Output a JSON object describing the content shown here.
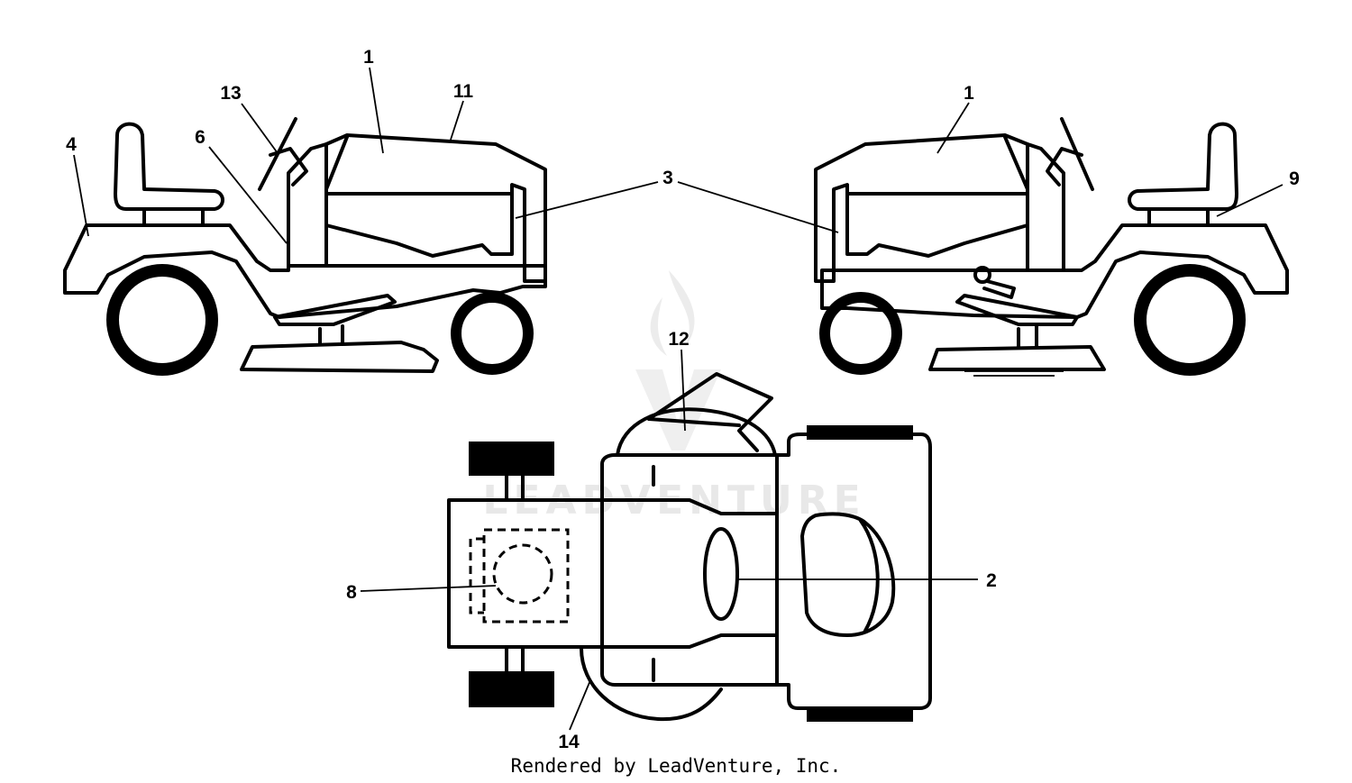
{
  "callouts": [
    "1",
    "11",
    "13",
    "4",
    "6",
    "3",
    "1",
    "9",
    "12",
    "8",
    "2",
    "14"
  ],
  "watermark": "LEADVENTURE",
  "footer": "Rendered by LeadVenture, Inc."
}
